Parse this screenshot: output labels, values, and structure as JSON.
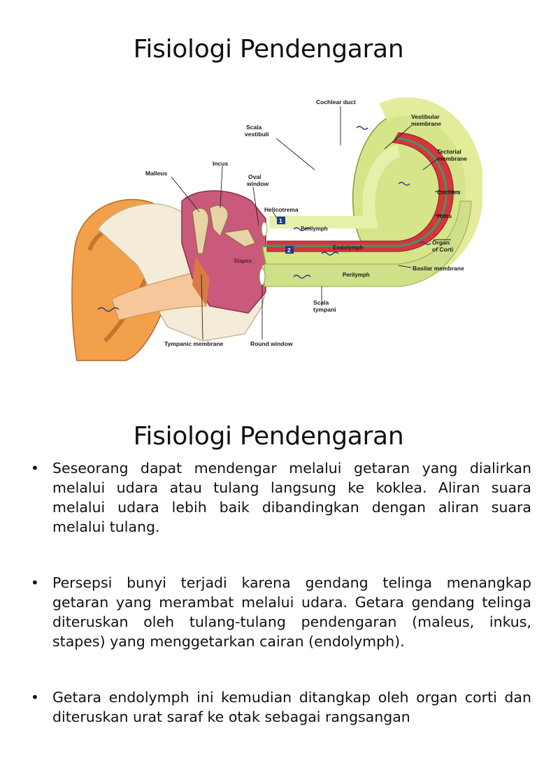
{
  "slide1": {
    "title": "Fisiologi Pendengaran",
    "figure_labels": {
      "cochlear_duct": "Cochlear duct",
      "scala_vestibuli_1": "Scala",
      "scala_vestibuli_2": "vestibuli",
      "vestibular_membrane_1": "Vestibular",
      "vestibular_membrane_2": "membrane",
      "incus": "Incus",
      "malleus": "Malleus",
      "oval_window_1": "Oval",
      "oval_window_2": "window",
      "tectorial_membrane_1": "Tectorial",
      "tectorial_membrane_2": "membrane",
      "cochlea": "Cochlea",
      "helicotrema": "Helicotrema",
      "hairs": "Hairs",
      "perilymph_top": "Perilymph",
      "marker_1": "1",
      "marker_2": "2",
      "endolymph": "Endolymph",
      "stapes": "Stapes",
      "organ_of_corti_1": "Organ",
      "organ_of_corti_2": "of Corti",
      "basilar_membrane": "Basilar membrane",
      "perilymph_bottom": "Perilymph",
      "scala_tympani_1": "Scala",
      "scala_tympani_2": "tympani",
      "tympanic_membrane": "Tympanic membrane",
      "round_window": "Round window"
    }
  },
  "slide2": {
    "title": "Fisiologi Pendengaran",
    "bullet_symbol": "•",
    "bullets": [
      "Seseorang dapat mendengar melalui getaran yang dialirkan melalui udara atau tulang langsung ke koklea. Aliran suara melalui udara lebih baik dibandingkan dengan aliran suara melalui tulang.",
      "Persepsi bunyi terjadi karena gendang telinga menangkap getaran yang merambat melalui udara. Getara gendang telinga diteruskan oleh tulang-tulang pendengaran (maleus, inkus, stapes) yang menggetarkan cairan (endolymph).",
      "Getara endolymph ini kemudian ditangkap oleh organ corti dan diteruskan urat saraf ke otak sebagai rangsangan"
    ]
  }
}
